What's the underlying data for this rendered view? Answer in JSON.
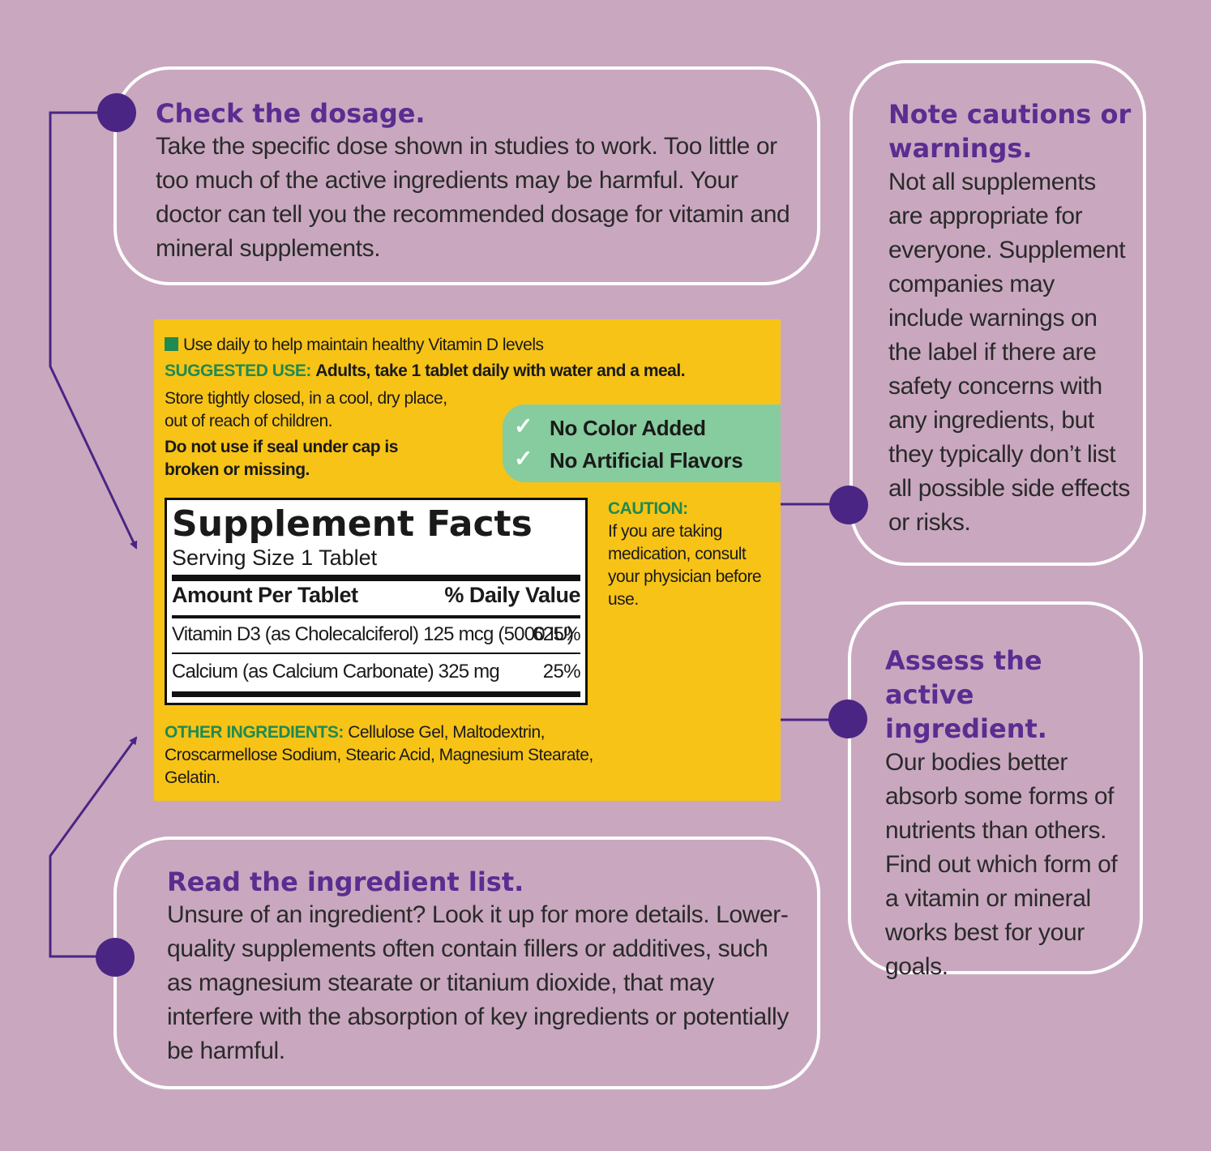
{
  "callouts": {
    "dosage": {
      "title": "Check the dosage.",
      "body": "Take the specific dose shown in studies to work. Too little or too much of the active ingredients may be harmful. Your doctor can tell you the recommended dosage for vitamin and mineral supplements."
    },
    "cautions": {
      "title": "Note cautions or warnings.",
      "body": "Not all supplements are appropriate for everyone. Supplement companies may include warnings on the label if there are safety concerns with any ingredients, but they typically don’t list all possible side effects or risks."
    },
    "active": {
      "title": "Assess the active ingredient.",
      "body": "Our bodies better absorb some forms of nutrients than others. Find out which form of a vitamin or mineral works best for your goals."
    },
    "ingredients": {
      "title": "Read the ingredient list.",
      "body": "Unsure of an ingredient? Look it up for more details. Lower-quality supplements often contain fillers or additives, such as magnesium stearate or titanium dioxide, that may interfere with the absorption of key ingredients or potentially be harmful."
    }
  },
  "label": {
    "use_daily": "Use daily to help maintain healthy Vitamin D levels",
    "suggested_use_heading": "SUGGESTED USE:",
    "suggested_use_text": "Adults, take 1 tablet daily with water and a meal.",
    "storage": "Store tightly closed, in a cool, dry place, out of reach of children.",
    "seal_warning": "Do not use if seal under cap is broken or missing.",
    "claims": [
      "No Color Added",
      "No Artificial Flavors"
    ],
    "check_glyph": "✓",
    "facts": {
      "title": "Supplement Facts",
      "serving_size": "Serving Size 1 Tablet",
      "amount_header": "Amount Per Tablet",
      "dv_header": "% Daily Value",
      "rows": [
        {
          "name": "Vitamin D3 (as Cholecalciferol) 125 mcg (5000 IU)",
          "dv": "625%"
        },
        {
          "name": "Calcium (as Calcium Carbonate) 325 mg",
          "dv": "25%"
        }
      ]
    },
    "caution_heading": "CAUTION:",
    "caution_text": "If you are taking medication, consult your physician before use.",
    "other_ingredients_heading": "OTHER INGREDIENTS:",
    "other_ingredients_text": "Cellulose Gel, Maltodextrin, Croscarmellose Sodium, Stearic Acid, Magnesium Stearate, Gelatin."
  },
  "colors": {
    "background": "#c9a8bf",
    "accent_purple": "#5a2d91",
    "connector": "#4b2584",
    "label_yellow": "#f7c317",
    "label_green": "#1f8a52",
    "claims_green": "#86cc9e"
  }
}
